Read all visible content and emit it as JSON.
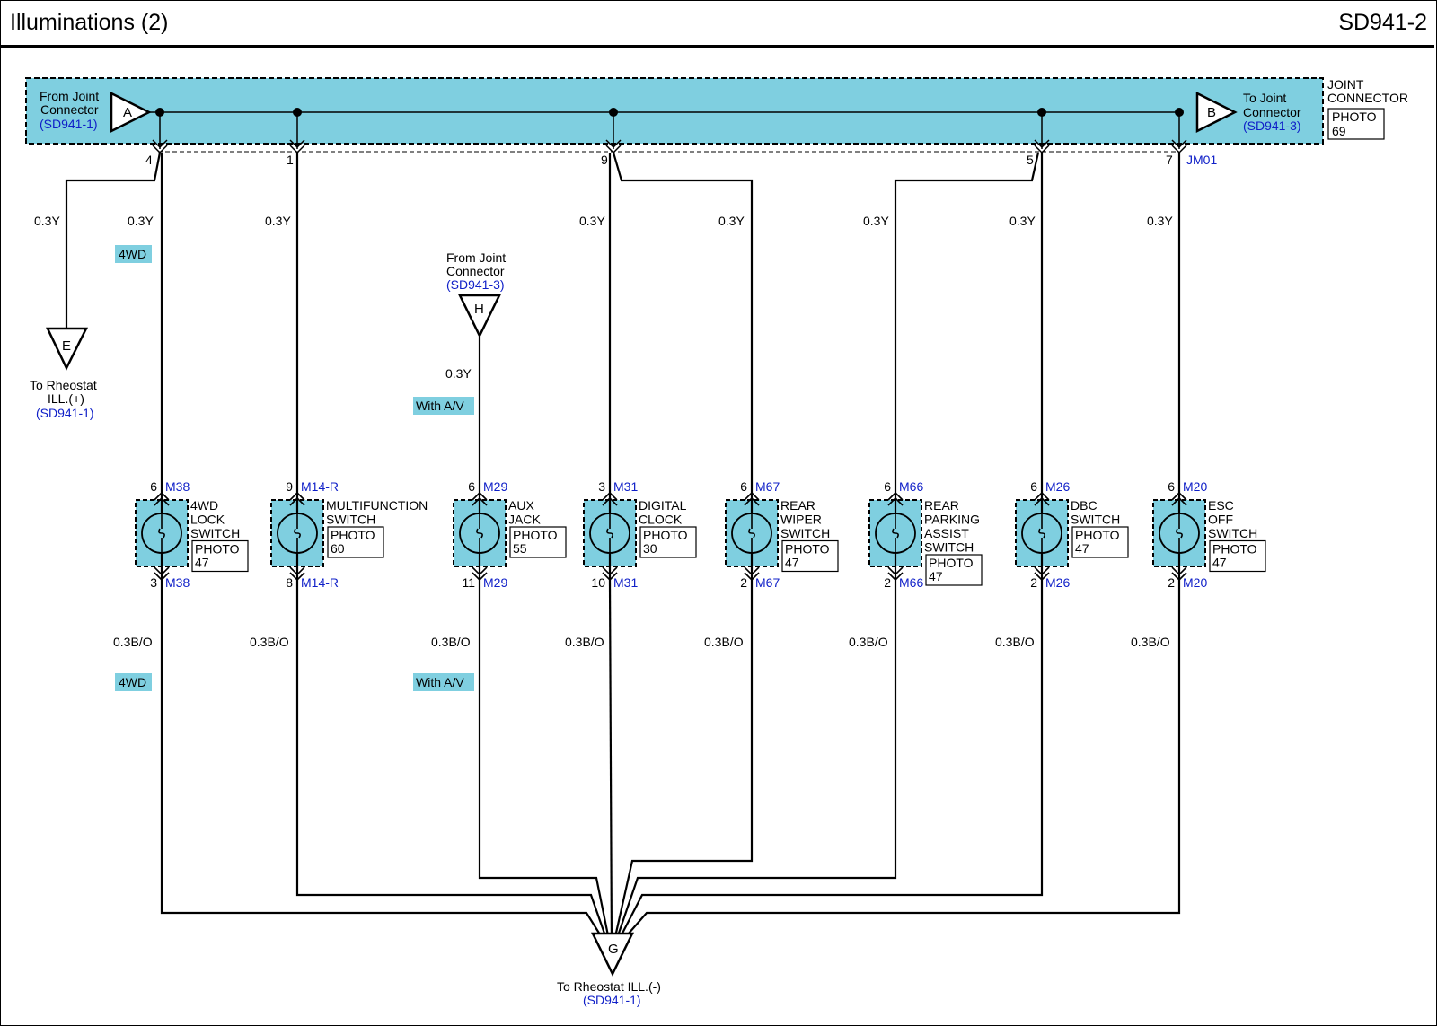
{
  "header": {
    "title": "Illuminations (2)",
    "code": "SD941-2"
  },
  "joint_connector": {
    "label_line1": "JOINT",
    "label_line2": "CONNECTOR",
    "photo_label": "PHOTO",
    "photo_num": "69",
    "connector_id": "JM01",
    "from": {
      "letter": "A",
      "line1": "From Joint",
      "line2": "Connector",
      "ref": "(SD941-1)"
    },
    "to": {
      "letter": "B",
      "line1": "To Joint",
      "line2": "Connector",
      "ref": "(SD941-3)"
    }
  },
  "joint_pins": [
    "4",
    "1",
    "9",
    "5",
    "7"
  ],
  "wire_top": "0.3Y",
  "wire_bottom": "0.3B/O",
  "option_4wd": "4WD",
  "option_av": "With A/V",
  "connector_E": {
    "letter": "E",
    "line1": "To Rheostat",
    "line2": "ILL.(+)",
    "ref": "(SD941-1)"
  },
  "connector_H": {
    "letter": "H",
    "line1": "From Joint",
    "line2": "Connector",
    "ref": "(SD941-3)"
  },
  "connector_G": {
    "letter": "G",
    "line1": "To Rheostat ILL.(-)",
    "ref": "(SD941-1)"
  },
  "photo_label": "PHOTO",
  "components": [
    {
      "name_lines": [
        "4WD",
        "LOCK",
        "SWITCH"
      ],
      "connector": "M38",
      "pin_top": "6",
      "pin_bottom": "3",
      "photo": "47"
    },
    {
      "name_lines": [
        "MULTIFUNCTION",
        "SWITCH"
      ],
      "connector": "M14-R",
      "pin_top": "9",
      "pin_bottom": "8",
      "photo": "60"
    },
    {
      "name_lines": [
        "AUX",
        "JACK"
      ],
      "connector": "M29",
      "pin_top": "6",
      "pin_bottom": "11",
      "photo": "55"
    },
    {
      "name_lines": [
        "DIGITAL",
        "CLOCK"
      ],
      "connector": "M31",
      "pin_top": "3",
      "pin_bottom": "10",
      "photo": "30"
    },
    {
      "name_lines": [
        "REAR",
        "WIPER",
        "SWITCH"
      ],
      "connector": "M67",
      "pin_top": "6",
      "pin_bottom": "2",
      "photo": "47"
    },
    {
      "name_lines": [
        "REAR",
        "PARKING",
        "ASSIST",
        "SWITCH"
      ],
      "connector": "M66",
      "pin_top": "6",
      "pin_bottom": "2",
      "photo": "47"
    },
    {
      "name_lines": [
        "DBC",
        "SWITCH"
      ],
      "connector": "M26",
      "pin_top": "6",
      "pin_bottom": "2",
      "photo": "47"
    },
    {
      "name_lines": [
        "ESC",
        "OFF",
        "SWITCH"
      ],
      "connector": "M20",
      "pin_top": "6",
      "pin_bottom": "2",
      "photo": "47"
    }
  ],
  "colors": {
    "connector_fill": "#7fcfe0",
    "text_ref": "#1020c8",
    "line": "#000000"
  }
}
